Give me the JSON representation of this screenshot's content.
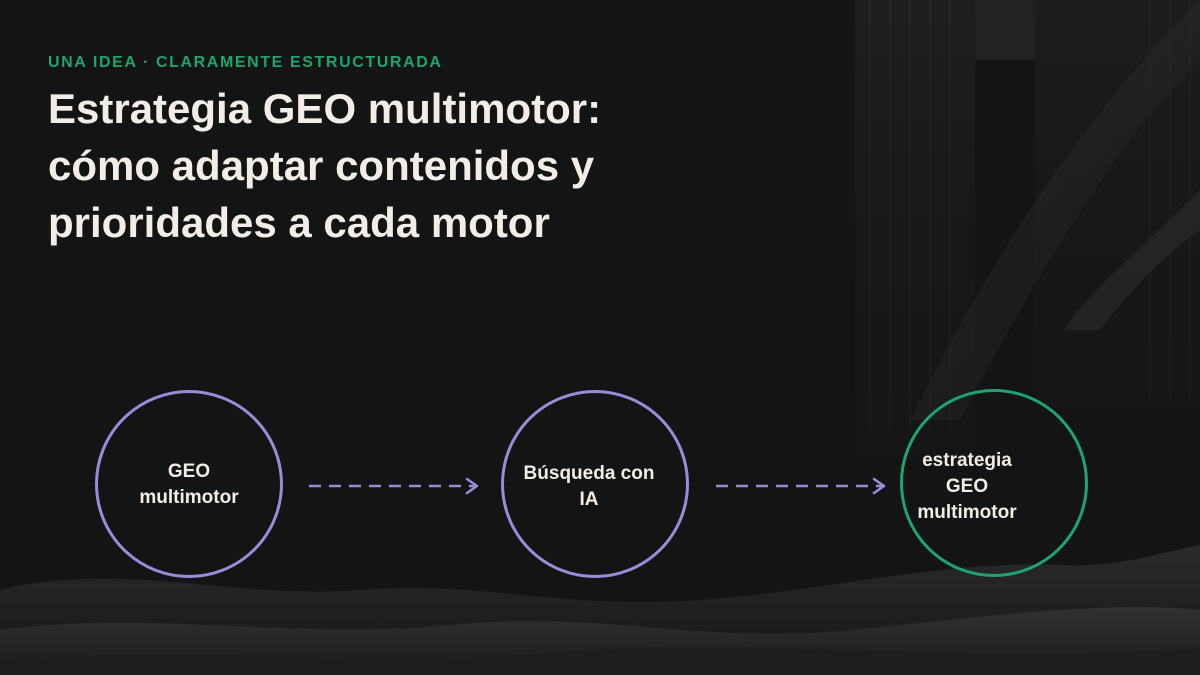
{
  "header": {
    "eyebrow": "UNA IDEA · CLARAMENTE ESTRUCTURADA",
    "title_lines": [
      "Estrategia GEO multimotor:",
      "cómo adaptar contenidos y",
      "prioridades a cada motor"
    ]
  },
  "flow": {
    "nodes": [
      {
        "label": "GEO\nmultimotor",
        "kind": "step"
      },
      {
        "label": "Búsqueda con\nIA",
        "kind": "step"
      },
      {
        "label": "estrategia\nGEO\nmultimotor",
        "kind": "result"
      }
    ],
    "connectors": 2
  },
  "colors": {
    "background": "#141414",
    "accent_green": "#1fa370",
    "accent_purple": "#9b8bdb",
    "text_light": "#f2ede6"
  }
}
